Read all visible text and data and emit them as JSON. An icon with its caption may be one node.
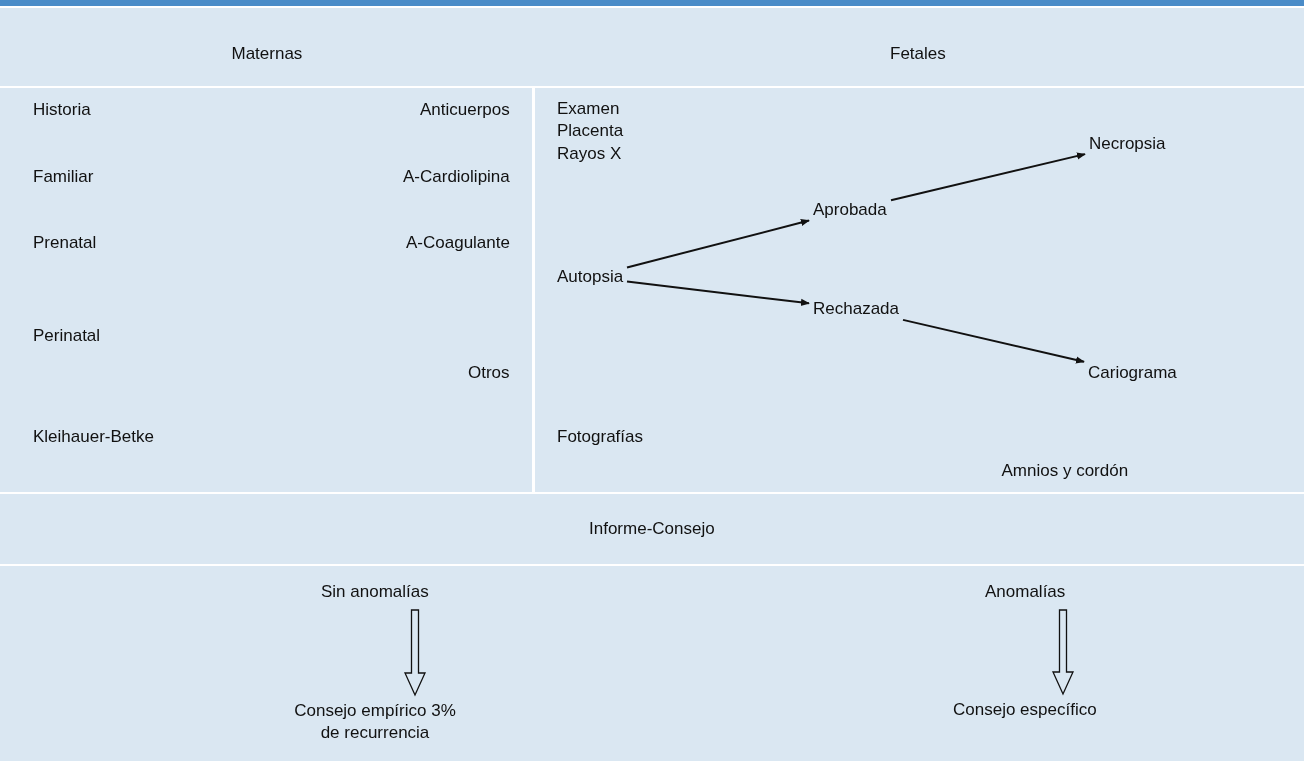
{
  "diagram": {
    "nodes": [
      {
        "text": [
          "Autopsia"
        ]
      },
      {
        "text": [
          "Aprobada"
        ]
      },
      {
        "text": [
          "Necropsia"
        ]
      },
      {
        "text": [
          "Rechazada"
        ]
      },
      {
        "text": [
          "Cariograma"
        ]
      },
      {
        "text": [
          "Sin anomalías"
        ]
      },
      {
        "text": [
          "Consejo empírico 3% de recurrencia"
        ]
      },
      {
        "text": [
          "Anomalías"
        ]
      },
      {
        "text": [
          "Consejo específico"
        ]
      }
    ],
    "edges": [
      {
        "from": 0,
        "to": 1,
        "arrow": "to"
      },
      {
        "from": 0,
        "to": 3,
        "arrow": "to"
      },
      {
        "from": 1,
        "to": 2,
        "arrow": "to"
      },
      {
        "from": 3,
        "to": 4,
        "arrow": "to"
      },
      {
        "from": 5,
        "to": 6,
        "arrow": "to"
      },
      {
        "from": 7,
        "to": 8,
        "arrow": "to"
      }
    ],
    "labels": [
      "Maternas",
      "Fetales",
      "Historia",
      "Anticuerpos",
      "Examen",
      "Placenta",
      "Familiar",
      "A-Cardiolipina",
      "Rayos X",
      "Prenatal",
      "A-Coagulante",
      "Perinatal",
      "Otros",
      "Kleihauer-Betke",
      "Fotografías",
      "Amnios y cordón",
      "Informe-Consejo"
    ]
  }
}
